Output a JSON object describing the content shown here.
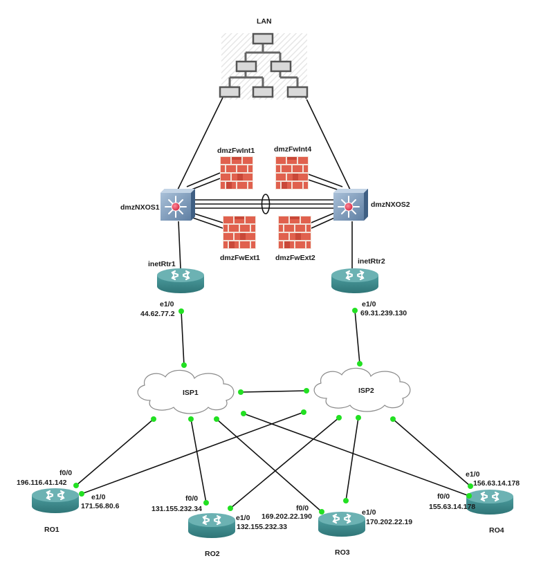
{
  "labels": {
    "lan": "LAN",
    "dmzNXOS1": "dmzNXOS1",
    "dmzNXOS2": "dmzNXOS2",
    "dmzFwInt1": "dmzFwInt1",
    "dmzFwInt4": "dmzFwInt4",
    "dmzFwExt1": "dmzFwExt1",
    "dmzFwExt2": "dmzFwExt2",
    "inetRtr1": "inetRtr1",
    "inetRtr2": "inetRtr2",
    "isp1": "ISP1",
    "isp2": "ISP2",
    "ro1": "RO1",
    "ro2": "RO2",
    "ro3": "RO3",
    "ro4": "RO4"
  },
  "interfaces": {
    "inetRtr1_if": "e1/0",
    "inetRtr1_ip": "44.62.77.2",
    "inetRtr2_if": "e1/0",
    "inetRtr2_ip": "69.31.239.130",
    "ro1_f_if": "f0/0",
    "ro1_f_ip": "196.116.41.142",
    "ro1_e_if": "e1/0",
    "ro1_e_ip": "171.56.80.6",
    "ro2_f_if": "f0/0",
    "ro2_f_ip": "131.155.232.34",
    "ro2_e_if": "e1/0",
    "ro2_e_ip": "132.155.232.33",
    "ro3_f_if": "f0/0",
    "ro3_f_ip": "169.202.22.190",
    "ro3_e_if": "e1/0",
    "ro3_e_ip": "170.202.22.19",
    "ro4_e_if": "e1/0",
    "ro4_e_ip": "156.63.14.178",
    "ro4_f_if": "f0/0",
    "ro4_f_ip": "155.63.14.178"
  },
  "colors": {
    "link": "#111111",
    "port_dot": "#22e022",
    "router_body": "#3e8f91",
    "router_top": "#6cb2b3",
    "switch_body": "#6f8fb3",
    "switch_top": "#9fb8d3",
    "brick": "#e0614e",
    "mortar": "#f3e2d8",
    "cloud_fill": "#ffffff",
    "cloud_stroke": "#8a8a8a"
  },
  "icons": {
    "lan": "lan-tree-icon",
    "switch": "multilayer-switch-icon",
    "firewall": "brick-firewall-icon",
    "router": "router-icon",
    "cloud": "cloud-icon"
  }
}
